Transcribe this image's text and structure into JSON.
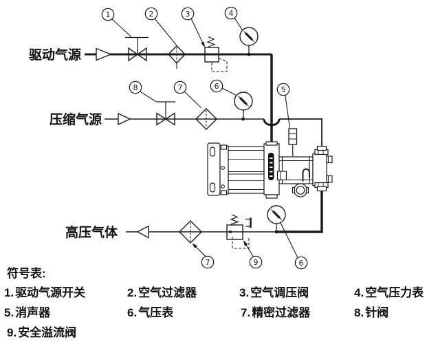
{
  "diagram": {
    "source_labels": {
      "drive_air": "驱动气源",
      "compressed_air": "压缩气源",
      "high_pressure_gas": "高压气体"
    },
    "balloons": [
      {
        "label": "1"
      },
      {
        "label": "2"
      },
      {
        "label": "3"
      },
      {
        "label": "4"
      },
      {
        "label": "5"
      },
      {
        "label": "6"
      },
      {
        "label": "7"
      },
      {
        "label": "8"
      },
      {
        "label": "6"
      },
      {
        "label": "7"
      },
      {
        "label": "9"
      }
    ]
  },
  "legend": {
    "title": "符号表:",
    "items": [
      {
        "num": "1.",
        "name": "驱动气源开关"
      },
      {
        "num": "2.",
        "name": "空气过滤器"
      },
      {
        "num": "3.",
        "name": "空气调压阀"
      },
      {
        "num": "4.",
        "name": "空气压力表"
      },
      {
        "num": "5.",
        "name": "消声器"
      },
      {
        "num": "6.",
        "name": "气压表"
      },
      {
        "num": "7.",
        "name": "精密过滤器"
      },
      {
        "num": "8.",
        "name": "针阀"
      },
      {
        "num": "9.",
        "name": "安全溢流阀"
      }
    ]
  },
  "colors": {
    "ink": "#1b1b1b",
    "background": "#ffffff"
  }
}
